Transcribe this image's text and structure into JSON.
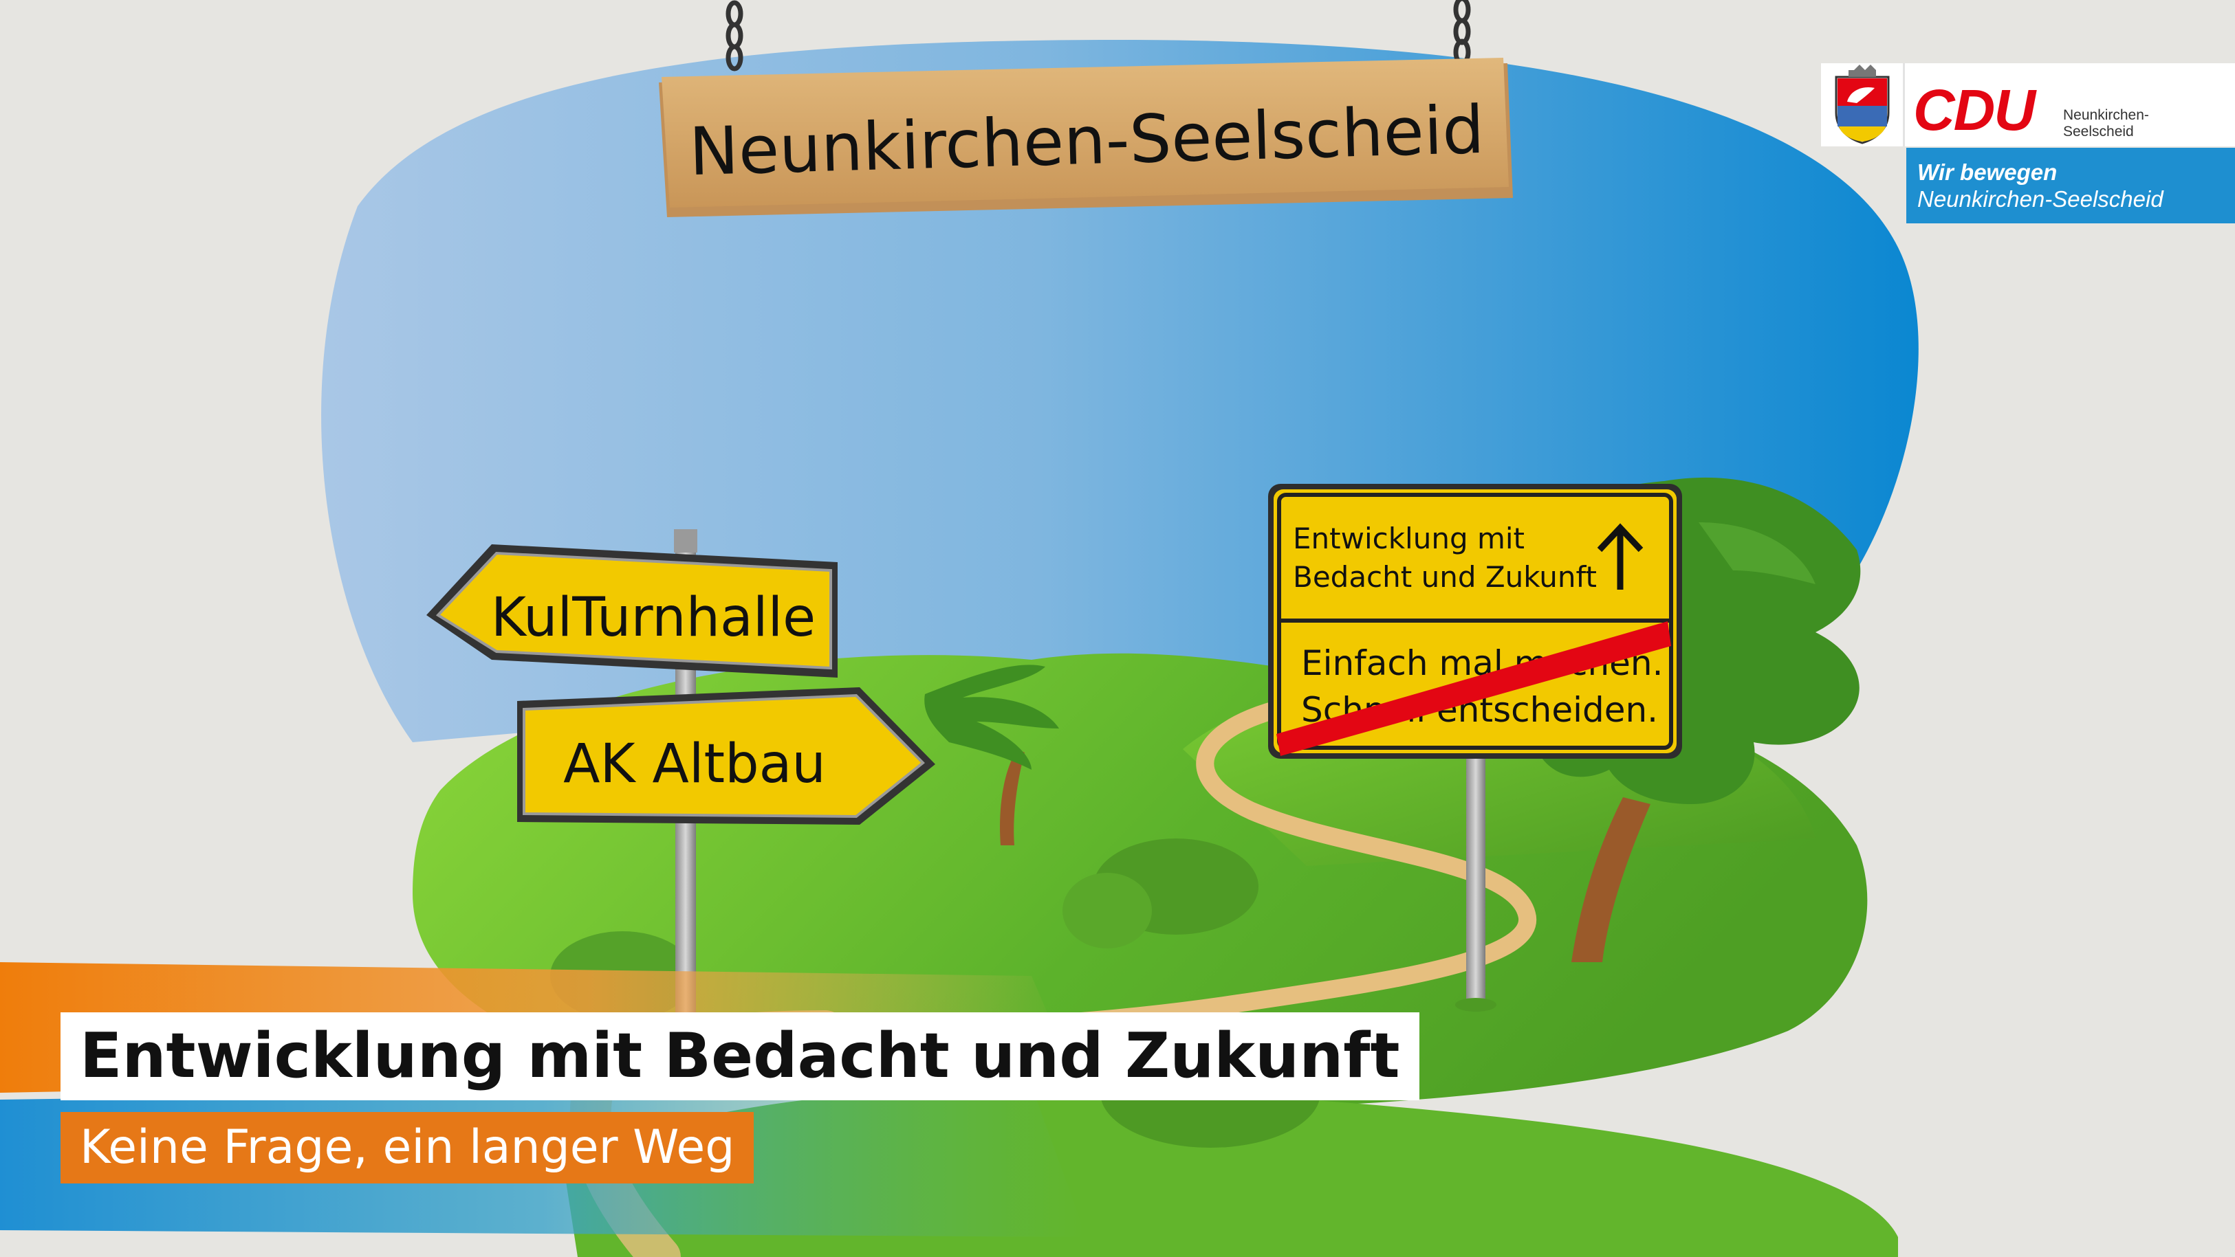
{
  "hanging_sign": {
    "text": "Neunkirchen-Seelscheid"
  },
  "direction_signs": {
    "left": "KulTurnhalle",
    "right": "AK Altbau"
  },
  "town_sign": {
    "top_line1": "Entwicklung mit",
    "top_line2": "Bedacht und Zukunft",
    "bottom_line1": "Einfach mal machen.",
    "bottom_line2": "Schnell entscheiden."
  },
  "logo": {
    "brand": "CDU",
    "location_line1": "Neunkirchen-",
    "location_line2": "Seelscheid",
    "slogan_line1": "Wir bewegen",
    "slogan_line2": "Neunkirchen-Seelscheid",
    "icons": [
      "coat-of-arms-icon"
    ]
  },
  "caption": {
    "headline": "Entwicklung mit Bedacht und Zukunft",
    "subline": "Keine Frage, ein langer Weg"
  },
  "colors": {
    "sign_yellow": "#f2c900",
    "cdu_red": "#e30613",
    "cdu_blue": "#1e8fd0",
    "accent_orange": "#e67817",
    "grass_green": "#5fb52a",
    "wood_brown": "#d7a96a"
  }
}
